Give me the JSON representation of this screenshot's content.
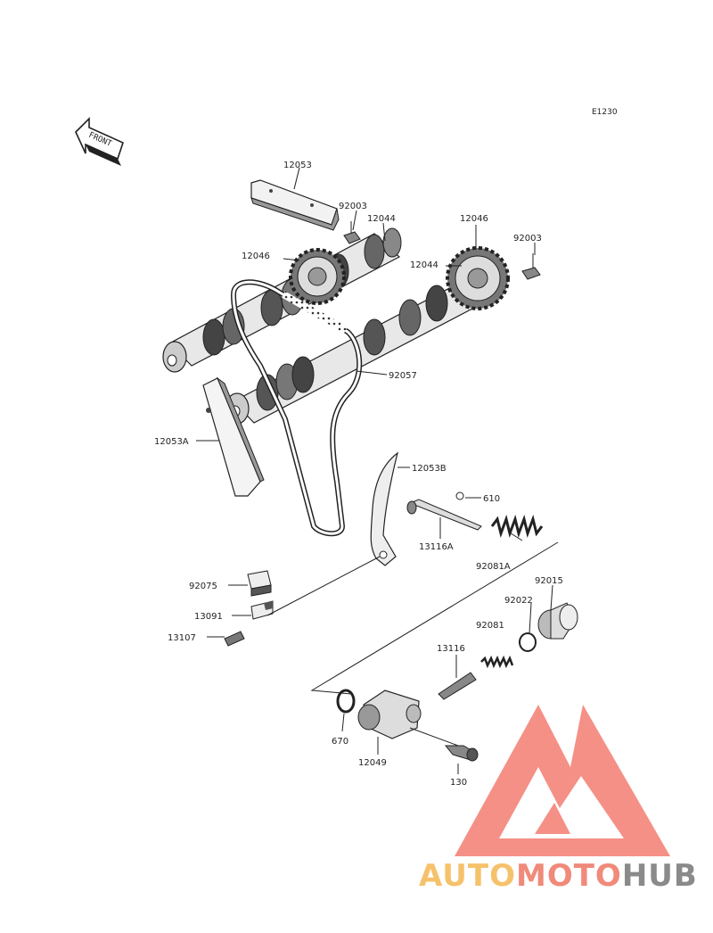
{
  "diagram": {
    "code": "E1230",
    "front_label": "FRONT",
    "parts": [
      {
        "id": "p12053",
        "number": "12053"
      },
      {
        "id": "p92003a",
        "number": "92003"
      },
      {
        "id": "p12044a",
        "number": "12044"
      },
      {
        "id": "p12046a",
        "number": "12046"
      },
      {
        "id": "p12046b",
        "number": "12046"
      },
      {
        "id": "p92003b",
        "number": "92003"
      },
      {
        "id": "p12044b",
        "number": "12044"
      },
      {
        "id": "p92057",
        "number": "92057"
      },
      {
        "id": "p12053A",
        "number": "12053A"
      },
      {
        "id": "p12053B",
        "number": "12053B"
      },
      {
        "id": "p610",
        "number": "610"
      },
      {
        "id": "p13116A",
        "number": "13116A"
      },
      {
        "id": "p92081A",
        "number": "92081A"
      },
      {
        "id": "p92015",
        "number": "92015"
      },
      {
        "id": "p92022",
        "number": "92022"
      },
      {
        "id": "p92081",
        "number": "92081"
      },
      {
        "id": "p92075",
        "number": "92075"
      },
      {
        "id": "p13091",
        "number": "13091"
      },
      {
        "id": "p13107",
        "number": "13107"
      },
      {
        "id": "p13116",
        "number": "13116"
      },
      {
        "id": "p670",
        "number": "670"
      },
      {
        "id": "p12049",
        "number": "12049"
      },
      {
        "id": "p130",
        "number": "130"
      }
    ]
  },
  "watermark": {
    "part1": "AUTO",
    "part2": "MOTO",
    "part3": "HUB",
    "colors": {
      "auto": "#f5c26b",
      "moto": "#f08a7a",
      "hub": "#8a8a8a",
      "logo": "#f26b5e"
    }
  }
}
